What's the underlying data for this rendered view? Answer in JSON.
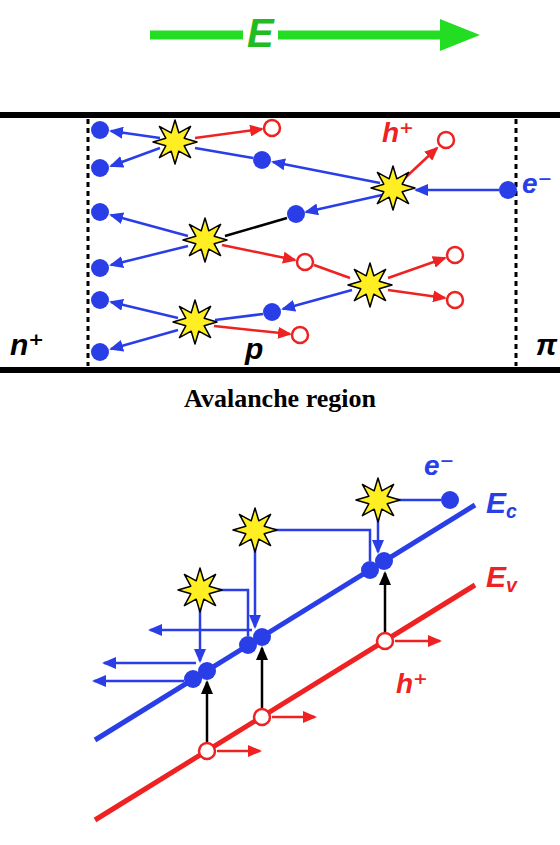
{
  "diagram": {
    "labels": [
      "E",
      "h⁺",
      "e⁻",
      "n⁺",
      "p",
      "π",
      "Avalanche region",
      "e⁻",
      "Ec",
      "Ev",
      "h⁺"
    ]
  }
}
